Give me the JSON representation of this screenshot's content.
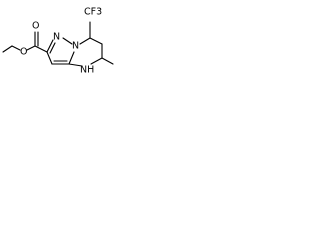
{
  "molecule": {
    "atoms": {
      "o_ether": "O",
      "o_carbonyl": "O",
      "n_pyrazole": "N",
      "n_bridge": "N",
      "nh_label": "NH",
      "cf3_label": "CF3"
    },
    "colors": {
      "bond": "#000000",
      "label": "#000000",
      "background": "#ffffff"
    }
  }
}
